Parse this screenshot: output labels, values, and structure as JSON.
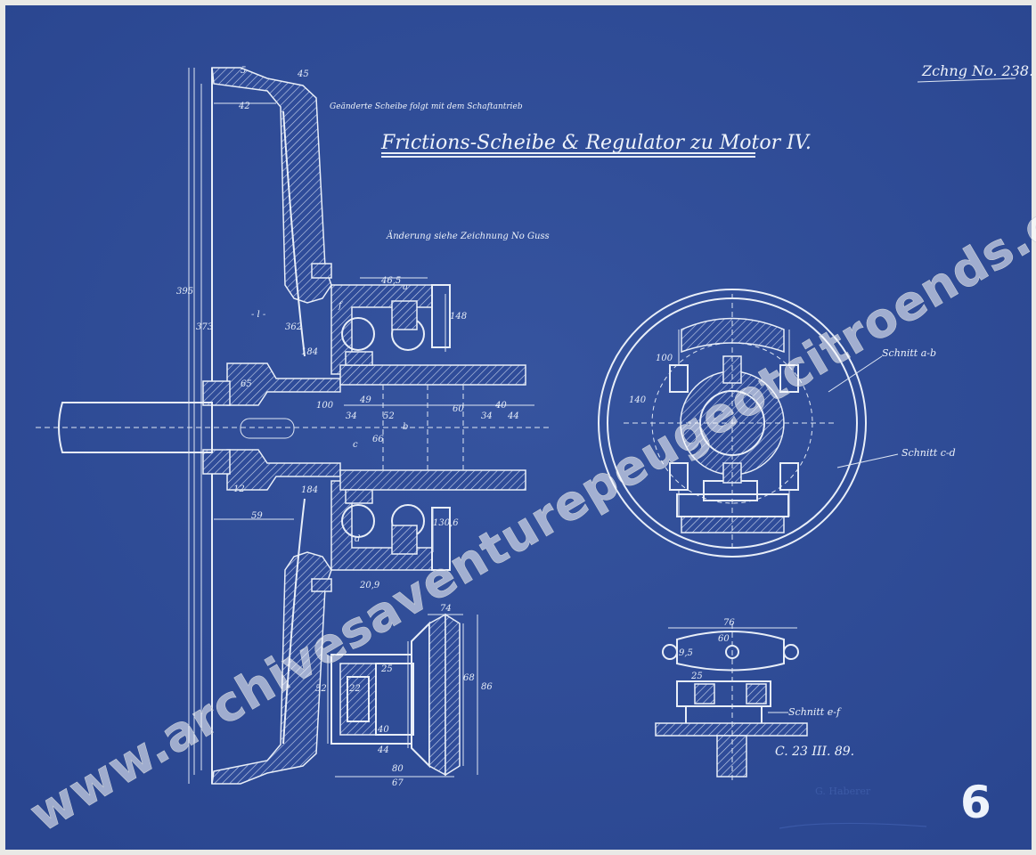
{
  "drawing": {
    "title": "Frictions-Scheibe & Regulator zu Motor IV.",
    "drawing_number": "Zchng No. 238.",
    "note_top": "Geänderte Scheibe folgt mit dem Schaftantrieb",
    "note_change": "Änderung siehe Zeichnung No Guss",
    "section_ab": "Schnitt a-b",
    "section_cd": "Schnitt c-d",
    "section_ef": "Schnitt e-f",
    "date": "C. 23 III. 89.",
    "sheet_number": "6",
    "stamp": "G. Haberer",
    "signature": "",
    "watermark": "www.archivesaventurepeugeotcitroends.com"
  },
  "dimensions": {
    "d395": "395",
    "d373": "373",
    "d362": "362",
    "d184a": "184",
    "d184b": "184",
    "d42": "42",
    "d45": "45",
    "d5": "5",
    "d65": "65",
    "d465": "46,5",
    "d148": "148",
    "d100": "100",
    "d34a": "34",
    "d52": "52",
    "d60": "60",
    "d34b": "34",
    "d40": "40",
    "d44": "44",
    "d66": "66",
    "d49": "49",
    "d1306": "130,6",
    "d12": "12",
    "d59": "59",
    "d209": "20,9",
    "d140": "140",
    "d100b": "100",
    "d74": "74",
    "d68": "68",
    "d86": "86",
    "d76": "76",
    "d60b": "60",
    "d95": "9,5",
    "d25": "25",
    "d22": "22",
    "d52b": "52",
    "d25b": "25",
    "d40b": "40",
    "d44b": "44",
    "d80": "80",
    "d67": "67",
    "letter_a": "a",
    "letter_b": "b",
    "letter_c": "c",
    "letter_d": "d",
    "letter_f": "f",
    "letter_l": "- l -"
  },
  "colors": {
    "paper": "#2f4c99",
    "line": "#e8eef8",
    "border": "#e9e9e6"
  }
}
